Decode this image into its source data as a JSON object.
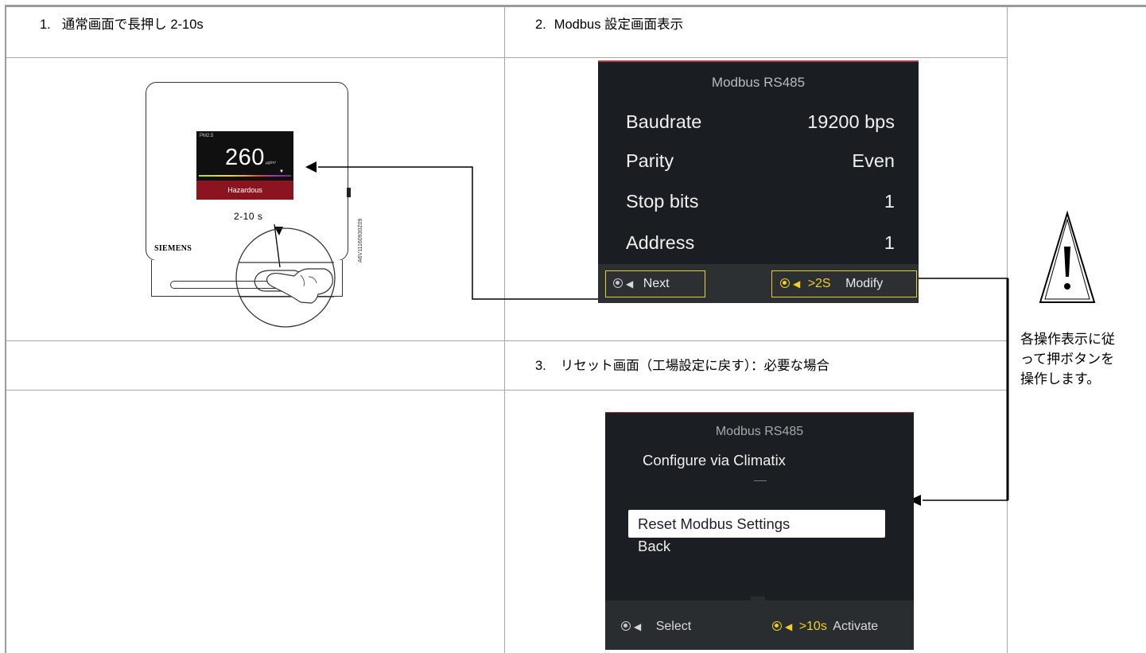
{
  "steps": {
    "step1": {
      "number": "1.",
      "text": "通常画面で長押し 2-10s"
    },
    "step2": {
      "number": "2.",
      "text": "Modbus 設定画面表示"
    },
    "step3": {
      "number": "3.",
      "text": "リセット画面（工場設定に戻す）：必要な場合"
    }
  },
  "device": {
    "screen_label": "PM2.5",
    "reading": "260",
    "unit": "µg/m³",
    "status": "Hazardous",
    "press_duration": "2-10 s",
    "brand": "SIEMENS",
    "doc_code": "A6V11160930Z09"
  },
  "modbus_screen": {
    "title": "Modbus RS485",
    "rows": [
      {
        "label": "Baudrate",
        "value": "19200 bps"
      },
      {
        "label": "Parity",
        "value": "Even"
      },
      {
        "label": "Stop bits",
        "value": "1"
      },
      {
        "label": "Address",
        "value": "1"
      }
    ],
    "footer": {
      "next": "Next",
      "hold": ">2S",
      "modify": "Modify"
    }
  },
  "reset_screen": {
    "title": "Modbus RS485",
    "items": [
      "Configure via Climatix",
      "Reset Modbus Settings",
      "Back"
    ],
    "selected_index": 1,
    "footer": {
      "select": "Select",
      "hold": ">10s",
      "activate": "Activate"
    }
  },
  "warning": {
    "icon": "warning-triangle-icon",
    "text": "各操作表示に従って押ボタンを操作します。"
  },
  "colors": {
    "grid": "#a8a8a8",
    "screen_bg": "#1a1d21",
    "highlight_yellow": "#e9cf2a",
    "status_red": "#8c1420"
  }
}
